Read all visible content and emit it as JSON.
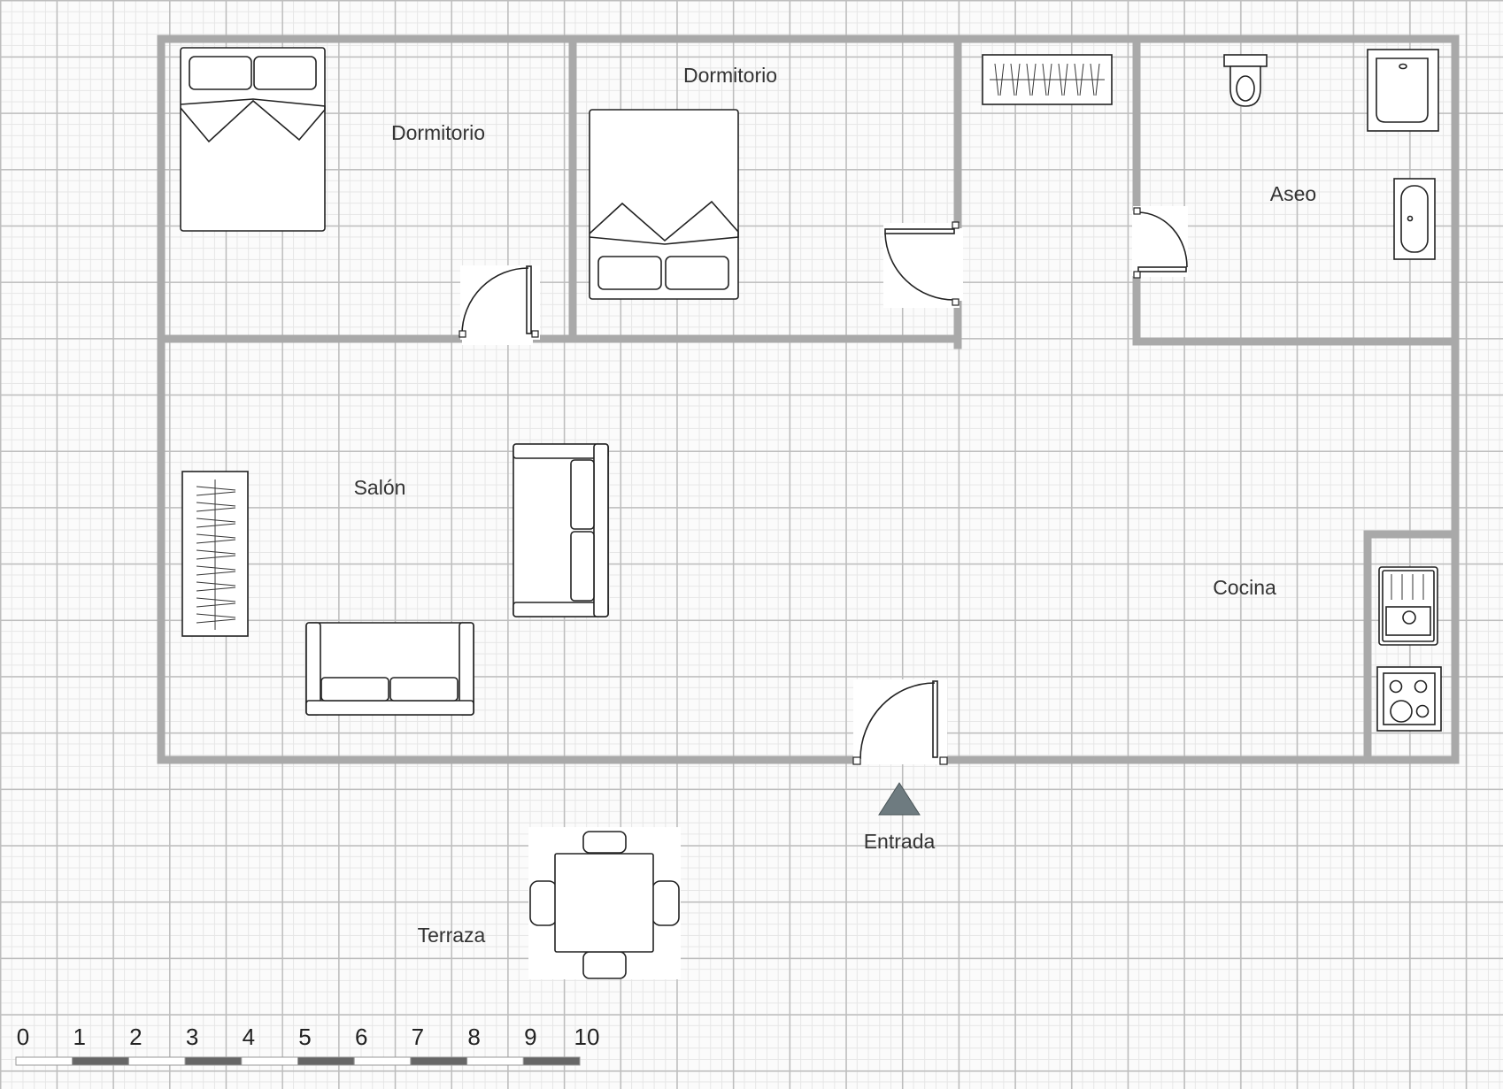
{
  "rooms": {
    "dormitorio_1": "Dormitorio",
    "dormitorio_2": "Dormitorio",
    "aseo": "Aseo",
    "salon": "Salón",
    "cocina": "Cocina",
    "entrada": "Entrada",
    "terraza": "Terraza"
  },
  "scale_bar": {
    "labels": [
      "0",
      "1",
      "2",
      "3",
      "4",
      "5",
      "6",
      "7",
      "8",
      "9",
      "10"
    ]
  },
  "colors": {
    "wall": "#a9a9a9",
    "entrance_marker": "#6e7b80",
    "grid_major": "#bdbdbd",
    "grid_minor": "#e6e6e6"
  }
}
